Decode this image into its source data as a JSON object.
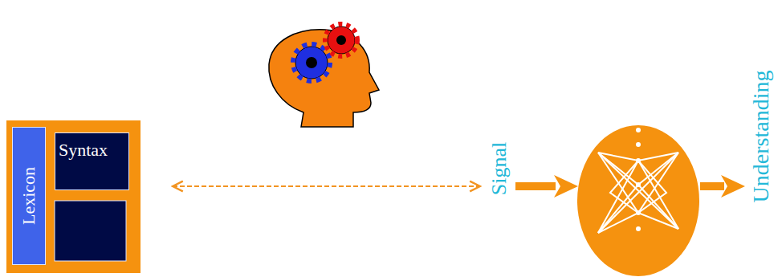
{
  "diagram": {
    "nodes": [
      {
        "text": [
          "Lexicon"
        ]
      },
      {
        "text": [
          "Syntax"
        ]
      }
    ],
    "labels": [
      "Signal",
      "Understanding"
    ]
  }
}
